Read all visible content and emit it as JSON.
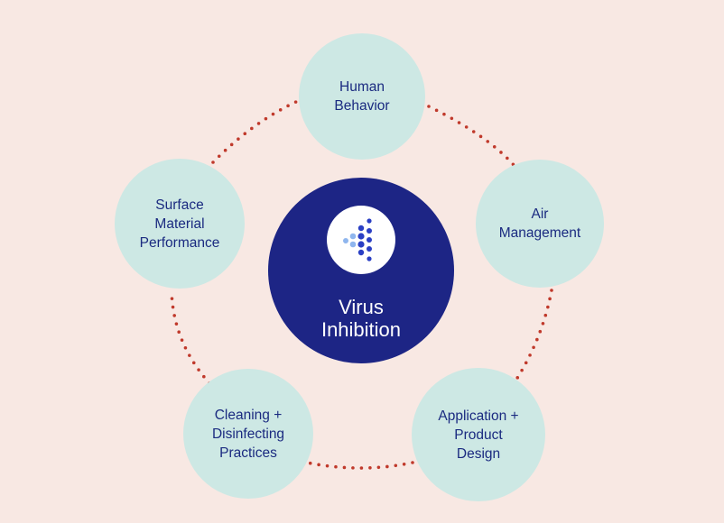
{
  "center": {
    "title": "Virus\nInhibition"
  },
  "nodes": [
    {
      "id": "human-behavior",
      "label": "Human\nBehavior"
    },
    {
      "id": "air-management",
      "label": "Air\nManagement"
    },
    {
      "id": "application-product-design",
      "label": "Application +\nProduct\nDesign"
    },
    {
      "id": "cleaning-disinfecting-practices",
      "label": "Cleaning +\nDisinfecting\nPractices"
    },
    {
      "id": "surface-material-performance",
      "label": "Surface\nMaterial\nPerformance"
    }
  ],
  "colors": {
    "background": "#f8e8e3",
    "node_fill": "#cde8e4",
    "node_text": "#1a2a80",
    "center_fill": "#1d2585",
    "center_text": "#ffffff",
    "connector_dots": "#c0392b",
    "logo_dark_blue": "#2a3fc4",
    "logo_light_blue": "#8fb6ee"
  },
  "icons": {
    "center_logo": "dot-funnel-logo-icon"
  }
}
